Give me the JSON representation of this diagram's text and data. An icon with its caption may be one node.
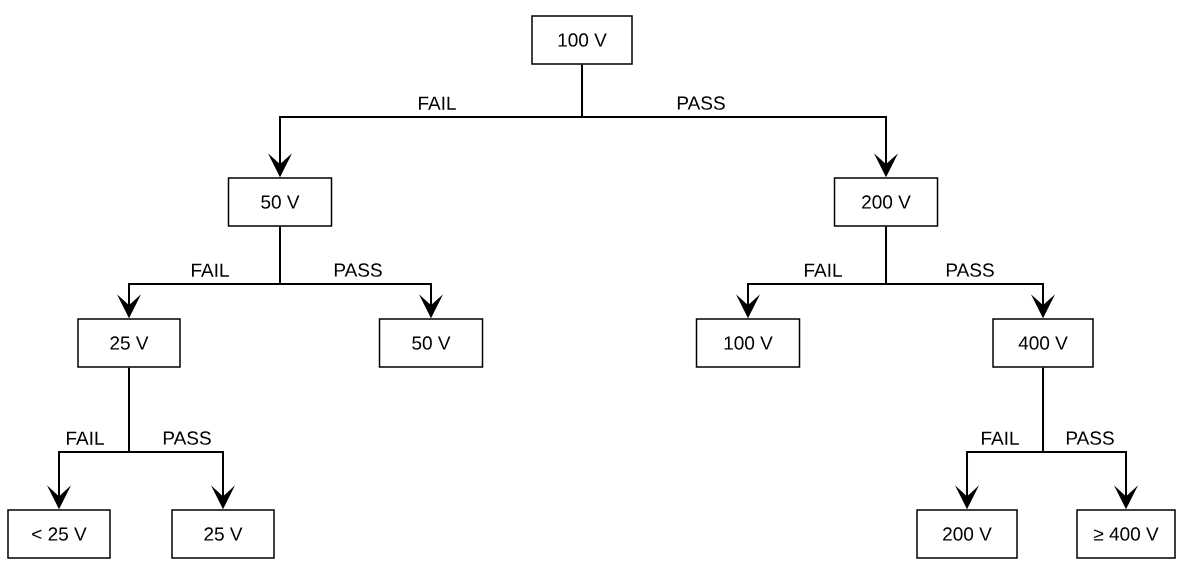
{
  "diagram": {
    "nodes": [
      {
        "text": [
          "100 V"
        ]
      },
      {
        "text": [
          "50 V"
        ]
      },
      {
        "text": [
          "200 V"
        ]
      },
      {
        "text": [
          "25 V"
        ]
      },
      {
        "text": [
          "50 V"
        ]
      },
      {
        "text": [
          "100 V"
        ]
      },
      {
        "text": [
          "400 V"
        ]
      },
      {
        "text": [
          "< 25 V"
        ]
      },
      {
        "text": [
          "25 V"
        ]
      },
      {
        "text": [
          "200 V"
        ]
      },
      {
        "text": [
          "≥ 400 V"
        ]
      }
    ],
    "edges": [
      {
        "from": 0,
        "to": 1,
        "arrow": "to",
        "label": "FAIL"
      },
      {
        "from": 0,
        "to": 2,
        "arrow": "to",
        "label": "PASS"
      },
      {
        "from": 1,
        "to": 3,
        "arrow": "to",
        "label": "FAIL"
      },
      {
        "from": 1,
        "to": 4,
        "arrow": "to",
        "label": "PASS"
      },
      {
        "from": 2,
        "to": 5,
        "arrow": "to",
        "label": "FAIL"
      },
      {
        "from": 2,
        "to": 6,
        "arrow": "to",
        "label": "PASS"
      },
      {
        "from": 3,
        "to": 7,
        "arrow": "to",
        "label": "FAIL"
      },
      {
        "from": 3,
        "to": 8,
        "arrow": "to",
        "label": "PASS"
      },
      {
        "from": 6,
        "to": 9,
        "arrow": "to",
        "label": "FAIL"
      },
      {
        "from": 6,
        "to": 10,
        "arrow": "to",
        "label": "PASS"
      }
    ]
  }
}
